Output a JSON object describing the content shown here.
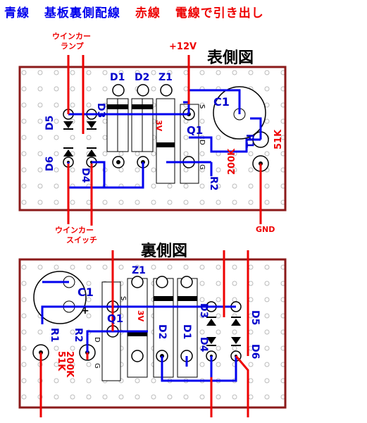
{
  "header": {
    "part1": "青線",
    "part2": "基板裏側配線",
    "part3": "赤線",
    "part4": "電線で引き出し"
  },
  "front": {
    "title": "表側図",
    "label_winker_lamp_1": "ウインカー",
    "label_winker_lamp_2": "ランプ",
    "label_plus12v": "+12V",
    "label_winker_switch_1": "ウインカー",
    "label_winker_switch_2": "スイッチ",
    "label_gnd": "GND",
    "d1": "D1",
    "d2": "D2",
    "z1": "Z1",
    "d3": "D3",
    "d4": "D4",
    "d5": "D5",
    "d6": "D6",
    "c1": "C1",
    "q1": "Q1",
    "r1": "R1",
    "r2": "R2",
    "r1_value": "51K",
    "r2_value": "200K",
    "volt": "3V",
    "pin_s": "S",
    "pin_d": "D",
    "pin_g": "G"
  },
  "back": {
    "title": "裏側図",
    "z1": "Z1",
    "c1": "C1",
    "q1": "Q1",
    "r1": "R1",
    "r2": "R2",
    "r1_value": "51K",
    "r2_value": "200K",
    "d1": "D1",
    "d2": "D2",
    "d3": "D3",
    "d4": "D4",
    "d5": "D5",
    "d6": "D6",
    "volt": "3V",
    "pin_s": "S",
    "pin_d": "D",
    "pin_g": "G",
    "plus": "+"
  }
}
